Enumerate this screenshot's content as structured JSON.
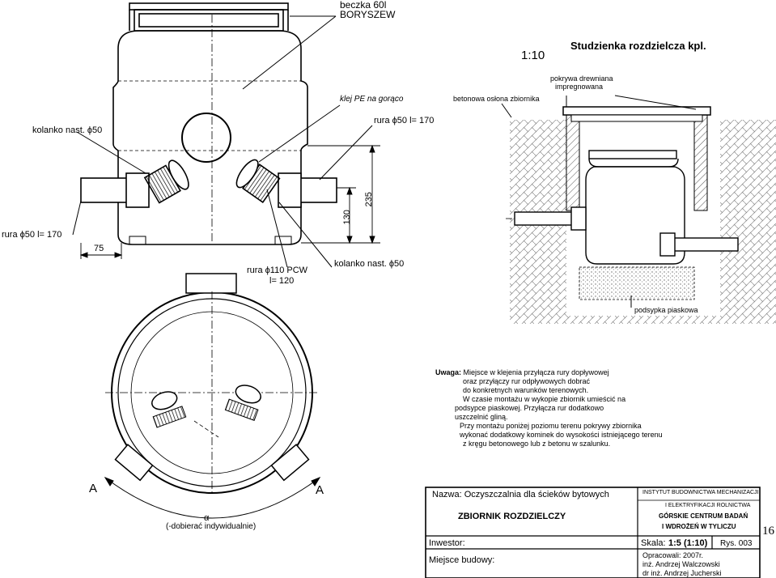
{
  "header": {
    "barrel": [
      "beczka 60l",
      "BORYSZEW"
    ],
    "scale_main": "1:10",
    "title": "Studzienka rozdzielcza kpl."
  },
  "labels": {
    "glue": "klej PE na gorąco",
    "elbow_left": "kolanko nast. ϕ50",
    "pipe_right": "rura ϕ50 l= 170",
    "pipe_left": "rura ϕ50 l= 170",
    "dim_75": "75",
    "dim_130": "130",
    "dim_235": "235",
    "pipe_pcw": [
      "rura ϕ110 PCW",
      "l= 120"
    ],
    "elbow_bottom": "kolanko nast. ϕ50",
    "concrete_cover": "betonowa osłona zbiornika",
    "wooden_lid": [
      "pokrywa drewniana",
      "impregnowana"
    ],
    "sand_bed": "podsypka piaskowa",
    "section_a_left": "A",
    "section_a_right": "A",
    "alpha": "α",
    "alpha_note": "(-dobierać indywidualnie)"
  },
  "notes": {
    "heading": "Uwaga:",
    "p1": [
      "Miejsce w klejenia przyłącza rury dopływowej",
      "oraz przyłączy rur odpływowych dobrać",
      "do konkretnych warunków terenowych."
    ],
    "p2": [
      "W czasie montażu w wykopie zbiornik umieścić na",
      "podsypce piaskowej. Przyłącza rur dodatkowo",
      "uszczelnić gliną."
    ],
    "p3": [
      "Przy montażu poniżej poziomu terenu pokrywy zbiornika",
      "wykonać dodatkowy kominek do wysokości istniejącego terenu",
      "z kręgu betonowego lub z betonu  w szalunku."
    ]
  },
  "title_block": {
    "name_label": "Nazwa: Oczyszczalnia dla ścieków bytowych",
    "object_name": "ZBIORNIK ROZDZIELCZY",
    "institute": [
      "INSTYTUT BUDOWNICTWA MECHANIZACJI",
      "I ELEKTRYFIKACJI ROLNICTWA"
    ],
    "center": [
      "GÓRSKIE CENTRUM BADAŃ",
      "I WDROŻEŃ W TYLICZU"
    ],
    "investor_label": "Inwestor:",
    "site_label": "Miejsce budowy:",
    "scale_label": "Skala:",
    "scale_value": "1:5 (1:10)",
    "drawing_no": "Rys. 003",
    "prepared": "Opracowali:  2007r.",
    "author1": "inż. Andrzej Walczowski",
    "author2": "dr inż. Andrzej Jucherski",
    "page_number": "16"
  }
}
